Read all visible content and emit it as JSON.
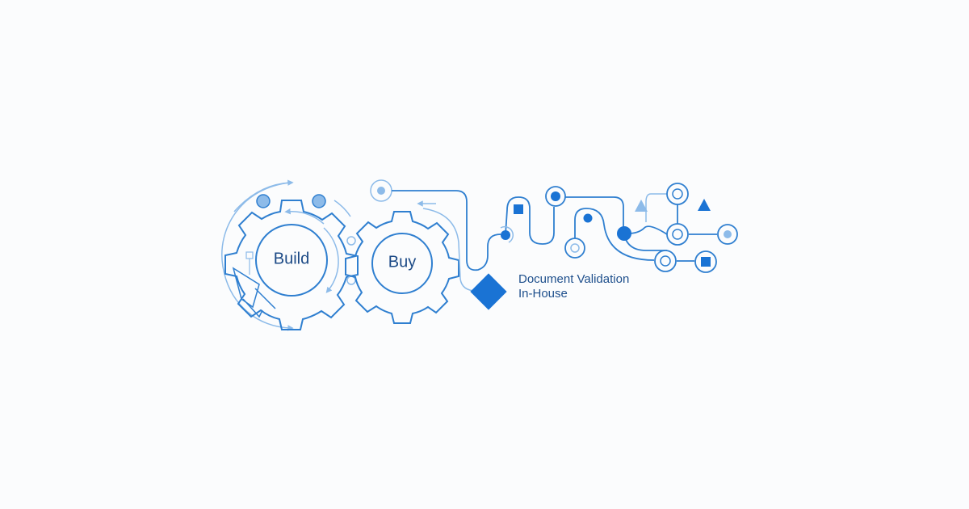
{
  "gears": {
    "build_label": "Build",
    "buy_label": "Buy"
  },
  "caption": {
    "line1": "Document Validation",
    "line2": "In-House"
  },
  "colors": {
    "primary": "#1a73d4",
    "stroke": "#2f7fd0",
    "light": "#8dbbe9",
    "text": "#1c4a86",
    "background": "#fbfcfd"
  },
  "icons": [
    "gear-icon",
    "arrow-icon",
    "diamond-icon",
    "node-circle-icon",
    "triangle-icon",
    "square-icon"
  ]
}
